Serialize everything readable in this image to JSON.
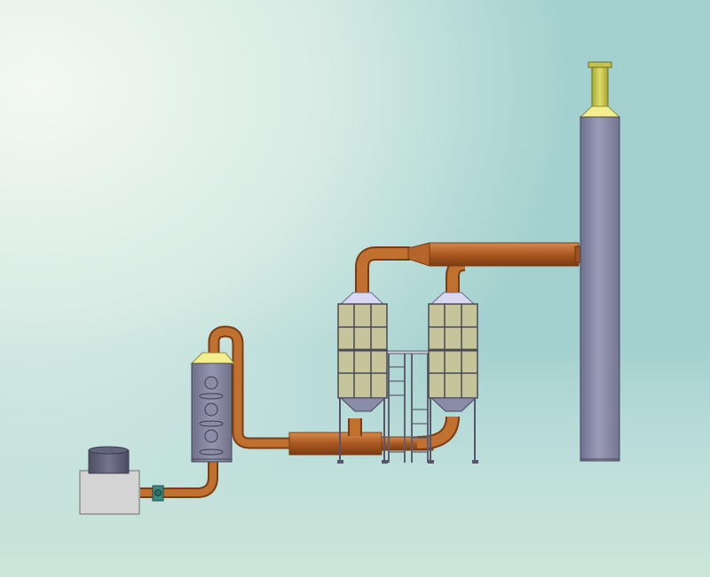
{
  "colors": {
    "background_top_left": "#eef6ee",
    "background_right": "#9fcfcf",
    "background_bottom": "#d9ecd9",
    "duct": "#b5652a",
    "duct_dark": "#7a3c14",
    "duct_light": "#d68a4e",
    "steel": "#8a8ba6",
    "steel_dark": "#55566e",
    "filter_panel": "#c5c49a",
    "filter_frame": "#4a4b52",
    "hood_yellow": "#f3ef8c",
    "hood_lavender": "#d8d8f2",
    "stack_cap": "#c4c24e",
    "base_box": "#d4d4d4",
    "motor": "#5d5e76",
    "valve": "#3a8a82"
  },
  "equipment": [
    {
      "name": "fan-unit",
      "icon": "fan-motor-icon"
    },
    {
      "name": "spray-tower",
      "icon": "scrubber-tower-icon"
    },
    {
      "name": "activated-carbon-adsorber-1",
      "icon": "filter-box-icon"
    },
    {
      "name": "activated-carbon-adsorber-2",
      "icon": "filter-box-icon"
    },
    {
      "name": "exhaust-stack",
      "icon": "chimney-icon"
    }
  ]
}
